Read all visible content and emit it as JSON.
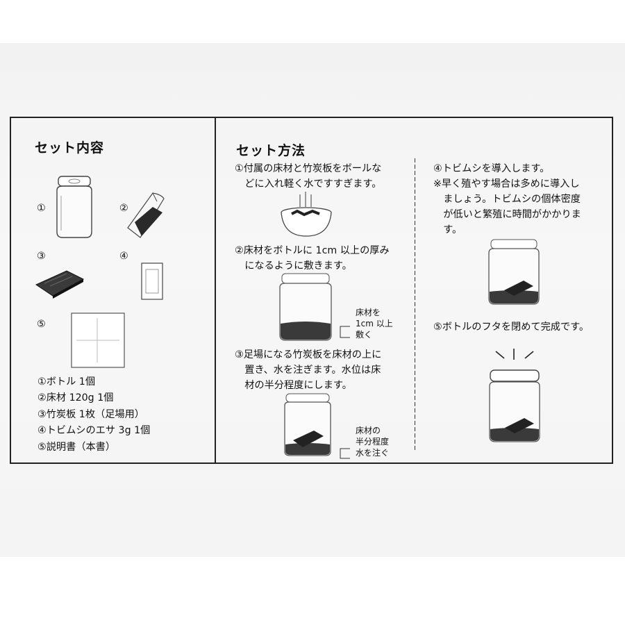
{
  "contents": {
    "title": "セット内容",
    "num1": "①",
    "num2": "②",
    "num3": "③",
    "num4": "④",
    "num5": "⑤",
    "list": [
      "①ボトル 1個",
      "②床材 120g  1個",
      "③竹炭板 1枚（足場用）",
      "④トビムシのエサ 3g 1個",
      "⑤説明書（本書）"
    ]
  },
  "method": {
    "title": "セット方法",
    "step1": [
      "①付属の床材と竹炭板をボールな",
      "　どに入れ軽く水ですすぎます。"
    ],
    "step2": [
      "②床材をボトルに 1cm 以上の厚み",
      "　になるように敷きます。"
    ],
    "step2_label": [
      "床材を",
      "1cm 以上",
      "敷く"
    ],
    "step3": [
      "③足場になる竹炭板を床材の上に",
      "　置き、水を注ぎます。水位は床",
      "　材の半分程度にします。"
    ],
    "step3_label": [
      "床材の",
      "半分程度",
      "水を注ぐ"
    ],
    "step4": [
      "④トビムシを導入します。",
      "※早く殖やす場合は多めに導入し",
      "　ましょう。トビムシの個体密度",
      "　が低いと繁殖に時間がかかりま",
      "　す。"
    ],
    "step5": "⑤ボトルのフタを閉めて完成です。"
  }
}
